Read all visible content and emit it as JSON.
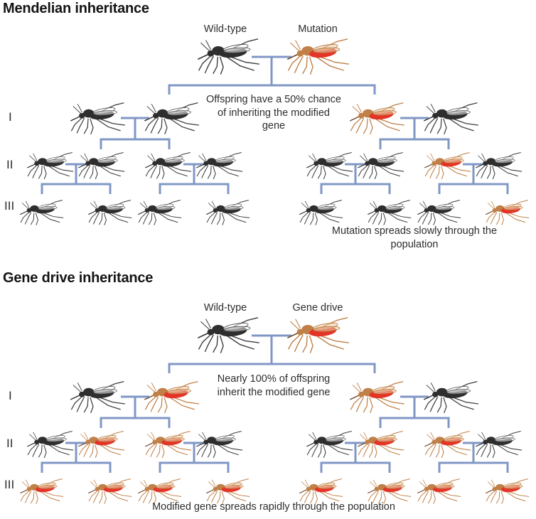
{
  "palette": {
    "wild_body": "#2e2e2e",
    "wild_limbs": "#3f3f3f",
    "modified_body": "#e43427",
    "modified_limbs": "#c08048",
    "connector_line": "#8097c6",
    "text": "#2d2d2d",
    "background": "#ffffff"
  },
  "sections": [
    {
      "id": "mendelian",
      "title": "Mendelian inheritance",
      "parent_labels": [
        "Wild-type",
        "Mutation"
      ],
      "parents": [
        "wild",
        "modified"
      ],
      "note_top": "Offspring have a 50% chance\nof inheriting the modified\ngene",
      "note_bottom": "Mutation spreads slowly through the\npopulation",
      "generation_labels": [
        "I",
        "II",
        "III"
      ],
      "trees": [
        {
          "gen1": [
            "wild",
            "wild"
          ],
          "gen2": [
            [
              "wild",
              "wild"
            ],
            [
              "wild",
              "wild"
            ]
          ],
          "gen3": [
            "wild",
            "wild",
            "wild",
            "wild"
          ]
        },
        {
          "gen1": [
            "modified",
            "wild"
          ],
          "gen2": [
            [
              "wild",
              "wild"
            ],
            [
              "modified",
              "wild"
            ]
          ],
          "gen3": [
            "wild",
            "wild",
            "wild",
            "modified"
          ]
        }
      ]
    },
    {
      "id": "gene-drive",
      "title": "Gene drive inheritance",
      "parent_labels": [
        "Wild-type",
        "Gene drive"
      ],
      "parents": [
        "wild",
        "modified"
      ],
      "note_top": "Nearly 100% of offspring\ninherit the modified gene",
      "note_bottom": "Modified gene spreads rapidly through the population",
      "generation_labels": [
        "I",
        "II",
        "III"
      ],
      "trees": [
        {
          "gen1": [
            "wild",
            "modified"
          ],
          "gen2": [
            [
              "wild",
              "modified"
            ],
            [
              "modified",
              "wild"
            ]
          ],
          "gen3": [
            "modified",
            "modified",
            "modified",
            "modified"
          ]
        },
        {
          "gen1": [
            "modified",
            "wild"
          ],
          "gen2": [
            [
              "wild",
              "modified"
            ],
            [
              "modified",
              "wild"
            ]
          ],
          "gen3": [
            "modified",
            "modified",
            "modified",
            "modified"
          ]
        }
      ]
    }
  ]
}
